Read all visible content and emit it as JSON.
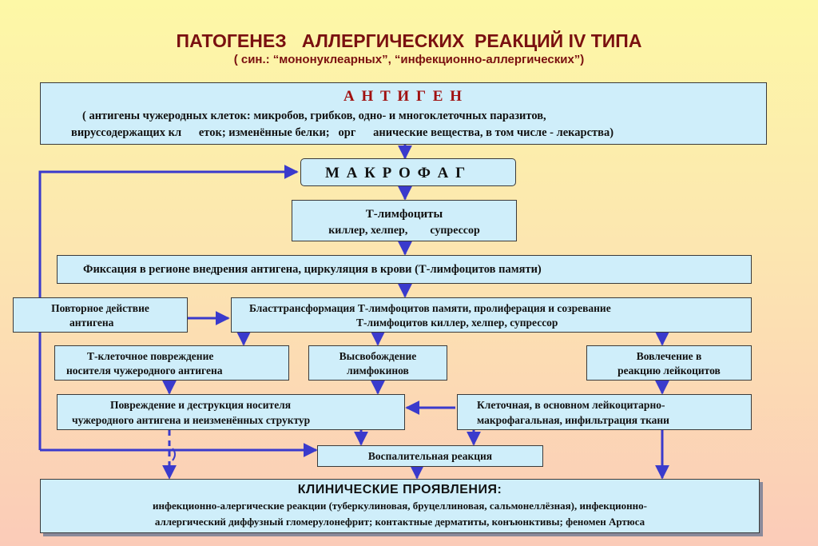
{
  "header": {
    "title": "ПАТОГЕНЕЗ   АЛЛЕРГИЧЕСКИХ  РЕАКЦИЙ IV ТИПА",
    "subtitle": "( син.: “мононуклеарных”, “инфекционно-аллергических”)"
  },
  "boxes": {
    "antigen": {
      "title": "А Н Т И Г Е Н",
      "line1": "( антигены чужеродных клеток: микробов, грибков, одно- и многоклеточных паразитов,",
      "line2": "вируссодержащих кл      еток; изменённые белки;   орг      анические вещества, в том числе - лекарства)"
    },
    "macrophage": {
      "title": "М А К Р О Ф А Г"
    },
    "tlymph": {
      "line1": "Т-лимфоциты",
      "line2": "киллер, хелпер,        супрессор"
    },
    "fixation": {
      "line1": "Фиксация в регионе внедрения антигена, циркуляция в крови (Т-лимфоцитов памяти)"
    },
    "repeat": {
      "line1": "Повторное действие",
      "line2": "антигена"
    },
    "blast": {
      "line1": "Бласттрансформация Т-лимфоцитов памяти, пролиферация и созревание",
      "line2": "Т-лимфоцитов киллер, хелпер, супрессор"
    },
    "tcell_damage": {
      "line1": "Т-клеточное повреждение",
      "line2": "носителя чужеродного антигена"
    },
    "lymphokines": {
      "line1": "Высвобождение",
      "line2": "лимфокинов"
    },
    "leukocytes": {
      "line1": "Вовлечение в",
      "line2": "реакцию лейкоцитов"
    },
    "destruction": {
      "line1": "Повреждение и деструкция носителя",
      "line2": "чужеродного антигена и неизменённых структур"
    },
    "infiltration": {
      "line1": "Клеточная, в основном лейкоцитарно-",
      "line2": "макрофагальная, инфильтрация ткани"
    },
    "inflammation": {
      "line1": "Воспалительная реакция"
    },
    "clinical": {
      "title": "КЛИНИЧЕСКИЕ ПРОЯВЛЕНИЯ:",
      "line1": "инфекционно-алергические реакции (туберкулиновая, бруцеллиновая, сальмонеллёзная), инфекционно-",
      "line2": "аллергический диффузный гломерулонефрит; контактные дерматиты, конъюнктивы; феномен Артюса"
    }
  },
  "colors": {
    "arrow": "#3a3acc",
    "box_fill": "#cfeefa",
    "title": "#7a1010",
    "bg_top": "#fdf8a6",
    "bg_bottom": "#fbcbb8"
  }
}
